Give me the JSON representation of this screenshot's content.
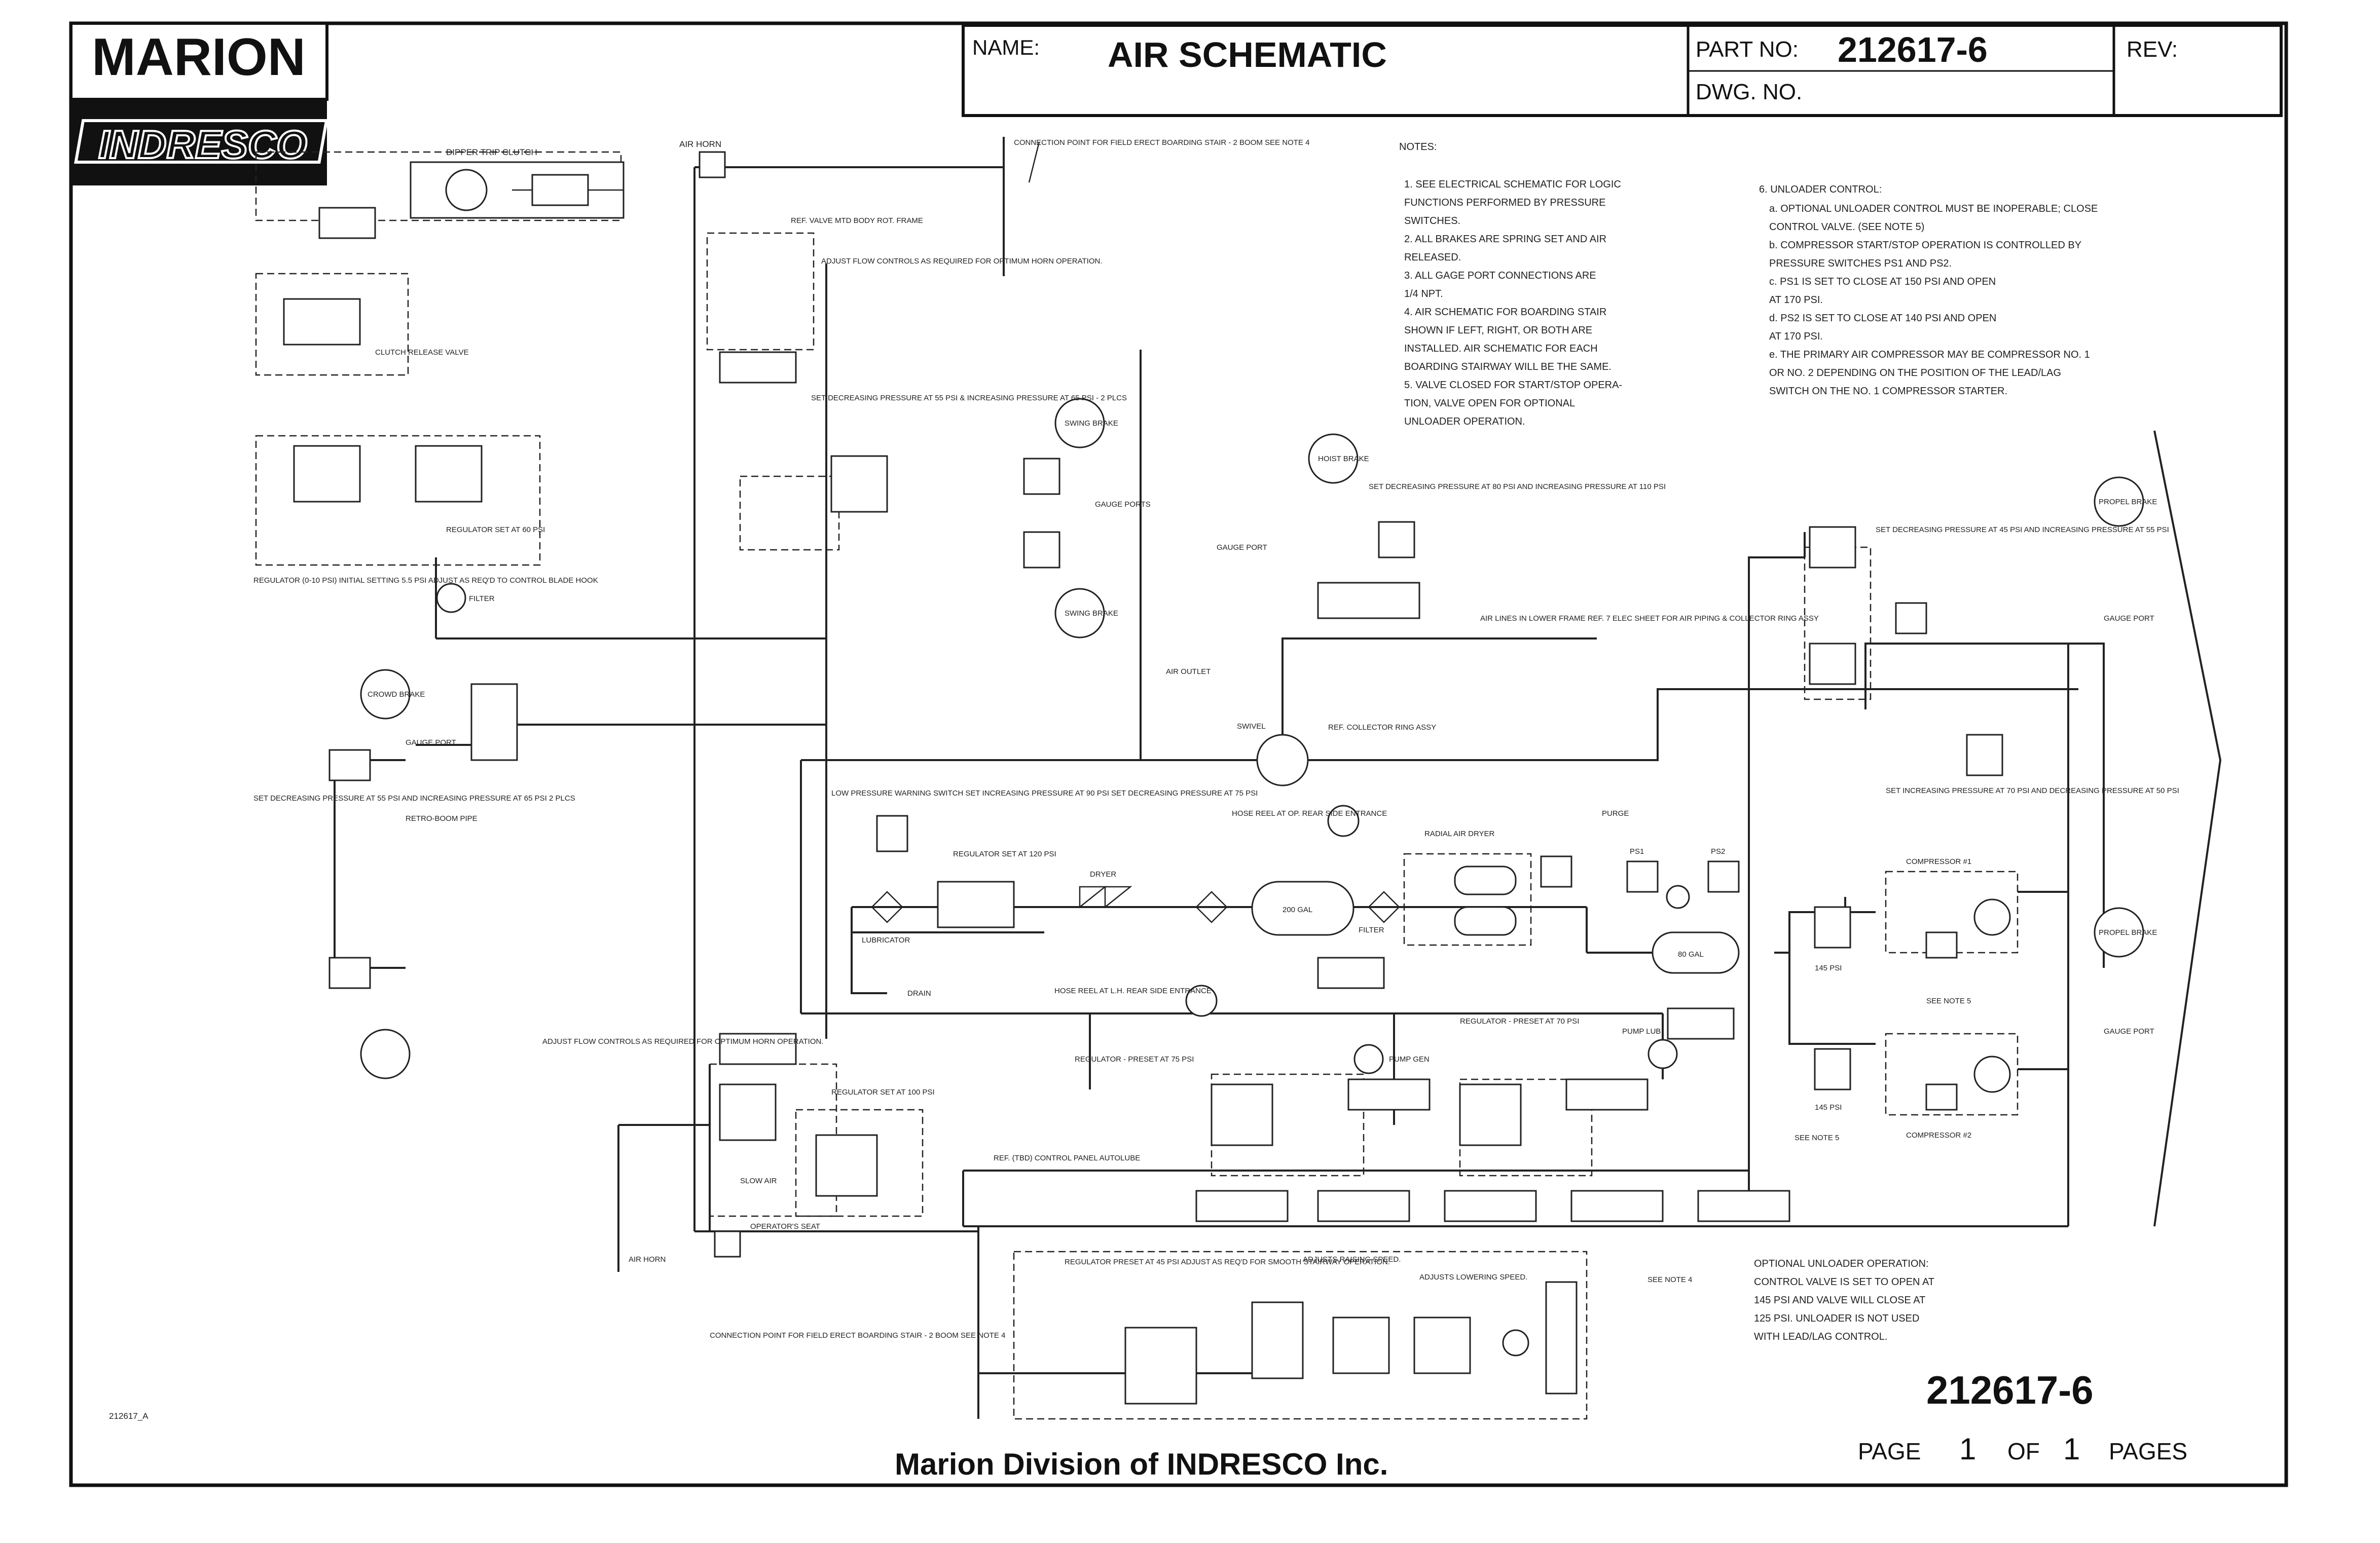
{
  "logo": {
    "line1": "MARION",
    "line2": "INDRESCO"
  },
  "title_block": {
    "name_label": "NAME:",
    "name_value": "AIR SCHEMATIC",
    "part_label": "PART NO:",
    "part_value": "212617-6",
    "dwg_label": "DWG. NO.",
    "rev_label": "REV:"
  },
  "footer": {
    "drawing_number": "212617-6",
    "company": "Marion Division of INDRESCO Inc.",
    "page_word": "PAGE",
    "page_num": "1",
    "of_word": "OF",
    "page_total": "1",
    "pages_word": "PAGES",
    "file_ref": "212617_A"
  },
  "notes_left": {
    "heading": "NOTES:",
    "lines": [
      "1. SEE ELECTRICAL SCHEMATIC FOR LOGIC",
      "FUNCTIONS PERFORMED BY PRESSURE",
      "SWITCHES.",
      "2. ALL BRAKES ARE SPRING SET AND AIR",
      "RELEASED.",
      "3. ALL GAGE PORT CONNECTIONS ARE",
      "1/4 NPT.",
      "4. AIR SCHEMATIC FOR BOARDING STAIR",
      "SHOWN IF LEFT, RIGHT, OR BOTH ARE",
      "INSTALLED. AIR SCHEMATIC FOR EACH",
      "BOARDING STAIRWAY WILL BE THE SAME.",
      "5. VALVE CLOSED FOR START/STOP OPERA-",
      "TION, VALVE OPEN FOR OPTIONAL",
      "UNLOADER OPERATION."
    ]
  },
  "notes_right": {
    "heading": "6. UNLOADER CONTROL:",
    "lines": [
      "a. OPTIONAL UNLOADER CONTROL MUST BE INOPERABLE; CLOSE",
      "CONTROL VALVE. (SEE NOTE 5)",
      "b. COMPRESSOR START/STOP OPERATION IS CONTROLLED BY",
      "PRESSURE SWITCHES PS1 AND PS2.",
      "c. PS1 IS SET TO CLOSE AT 150 PSI AND OPEN",
      "AT 170 PSI.",
      "d. PS2 IS SET TO CLOSE AT 140 PSI AND OPEN",
      "AT 170 PSI.",
      "e. THE PRIMARY AIR COMPRESSOR MAY BE COMPRESSOR NO. 1",
      "OR NO. 2 DEPENDING ON THE POSITION OF THE LEAD/LAG",
      "SWITCH ON THE NO. 1 COMPRESSOR STARTER."
    ]
  },
  "optional_unloader": {
    "heading": "OPTIONAL UNLOADER OPERATION:",
    "lines": [
      "CONTROL VALVE IS SET TO OPEN AT",
      "145 PSI AND VALVE WILL CLOSE AT",
      "125 PSI. UNLOADER IS NOT USED",
      "WITH LEAD/LAG CONTROL."
    ]
  },
  "labels": {
    "dipper_trip_clutch": "DIPPER TRIP CLUTCH",
    "air_horn_top": "AIR HORN",
    "connection_point_top": "CONNECTION POINT FOR FIELD ERECT BOARDING STAIR - 2 BOOM SEE NOTE 4",
    "ref_valve": "REF. VALVE MTD BODY ROT. FRAME",
    "adjust_flow": "ADJUST FLOW CONTROLS AS REQUIRED FOR OPTIMUM HORN OPERATION.",
    "set_swing_brake": "SET DECREASING PRESSURE AT 55 PSI & INCREASING PRESSURE AT 65 PSI - 2 PLCS",
    "swing_brake": "SWING BRAKE",
    "gauge_ports": "GAUGE PORTS",
    "hoist_brake": "HOIST BRAKE",
    "set_hoist": "SET DECREASING PRESSURE AT 80 PSI AND INCREASING PRESSURE AT 110 PSI",
    "gauge_port": "GAUGE PORT",
    "clutch_release_valve": "CLUTCH RELEASE VALVE",
    "regulator_left": "REGULATOR SET AT 60 PSI",
    "regulator_note": "REGULATOR (0-10 PSI) INITIAL SETTING 5.5 PSI ADJUST AS REQ'D TO CONTROL BLADE HOOK",
    "filter": "FILTER",
    "crowd_brake": "CROWD BRAKE",
    "set_crowd": "SET DECREASING PRESSURE AT 55 PSI AND INCREASING PRESSURE AT 65 PSI 2 PLCS",
    "gauge_port_crowd": "GAUGE PORT",
    "boom_pipe": "RETRO-BOOM PIPE",
    "air_outlet": "AIR OUTLET",
    "swivel": "SWIVEL",
    "ref_collector": "REF. COLLECTOR RING ASSY",
    "air_lines_lower": "AIR LINES IN LOWER FRAME REF. 7 ELEC SHEET FOR AIR PIPING & COLLECTOR RING ASSY",
    "propel_brake_top": "PROPEL BRAKE",
    "set_propel": "SET DECREASING PRESSURE AT 45 PSI AND INCREASING PRESSURE AT 55 PSI",
    "low_pressure": "LOW PRESSURE WARNING SWITCH SET INCREASING PRESSURE AT 90 PSI SET DECREASING PRESSURE AT 75 PSI",
    "regulator_set_120": "REGULATOR SET AT 120 PSI",
    "lubricator": "LUBRICATOR",
    "dryer": "DRYER",
    "hose_reel_rear": "HOSE REEL AT OP. REAR SIDE ENTRANCE",
    "tank_200": "200 GAL",
    "filter2": "FILTER",
    "radial_air": "RADIAL AIR DRYER",
    "purge": "PURGE",
    "ps1": "PS1",
    "ps2": "PS2",
    "tank_80": "80 GAL",
    "compressor_1": "COMPRESSOR #1",
    "compressor_2": "COMPRESSOR #2",
    "psi_145a": "145 PSI",
    "psi_145b": "145 PSI",
    "see_note_5": "SEE NOTE 5",
    "see_note_5b": "SEE NOTE 5",
    "drain": "DRAIN",
    "hose_reel_left": "HOSE REEL AT L.H. REAR SIDE ENTRANCE",
    "regulator_preset_75": "REGULATOR - PRESET AT 75 PSI",
    "regulator_preset_70": "REGULATOR - PRESET AT 70 PSI",
    "pump_gen": "PUMP GEN",
    "pump_lub": "PUMP LUB",
    "set_propel_lower": "SET INCREASING PRESSURE AT 70 PSI AND DECREASING PRESSURE AT 50 PSI",
    "propel_brake_lower": "PROPEL BRAKE",
    "gauge_port_propel": "GAUGE PORT",
    "adjust_flow_horn": "ADJUST FLOW CONTROLS AS REQUIRED FOR OPTIMUM HORN OPERATION.",
    "regulator_100": "REGULATOR SET AT 100 PSI",
    "operators_seat": "OPERATOR'S SEAT",
    "slow_air": "SLOW AIR",
    "ref_panel": "REF. (TBD) CONTROL PANEL AUTOLUBE",
    "air_horn_low": "AIR HORN",
    "regulator_stair": "REGULATOR PRESET AT 45 PSI ADJUST AS REQ'D FOR SMOOTH STAIRWAY OPERATION.",
    "adjusts_raising": "ADJUSTS RAISING SPEED.",
    "adjusts_lowering": "ADJUSTS LOWERING SPEED.",
    "see_note_4": "SEE NOTE 4",
    "connection_point_low": "CONNECTION POINT FOR FIELD ERECT BOARDING STAIR - 2 BOOM SEE NOTE 4",
    "swing_brake2": "SWING BRAKE",
    "hoist_gauge": "GAUGE PORT"
  }
}
